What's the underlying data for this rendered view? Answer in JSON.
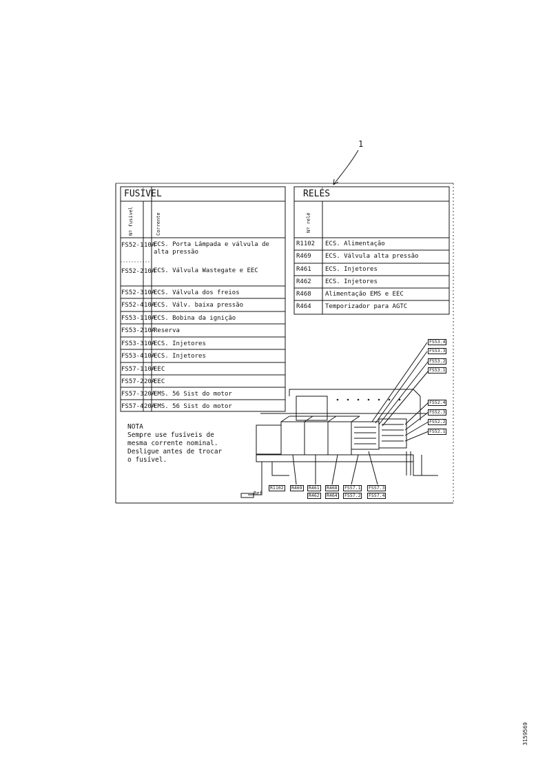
{
  "callout_number": "1",
  "fuse_table": {
    "header": "FUSÍVEL",
    "col_headers": [
      "Nº fusível",
      "Corrente"
    ],
    "rows": [
      {
        "id": "FS52-1",
        "current": "10A",
        "desc": "ECS. Porta Lâmpada e válvula de alta pressão"
      },
      {
        "id": "FS52-2",
        "current": "10A",
        "desc": "ECS. Válvula Wastegate e EEC"
      },
      {
        "id": "FS52-3",
        "current": "10A",
        "desc": "ECS. Válvula dos freios"
      },
      {
        "id": "FS52-4",
        "current": "10A",
        "desc": "ECS. Válv. baixa pressão"
      },
      {
        "id": "FS53-1",
        "current": "10A",
        "desc": "ECS. Bobina da ignição"
      },
      {
        "id": "FS53-2",
        "current": "10A",
        "desc": "Reserva"
      },
      {
        "id": "FS53-3",
        "current": "10A",
        "desc": "ECS. Injetores"
      },
      {
        "id": "FS53-4",
        "current": "10A",
        "desc": "ECS. Injetores"
      },
      {
        "id": "FS57-1",
        "current": "10A",
        "desc": "EEC"
      },
      {
        "id": "FS57-2",
        "current": "20A",
        "desc": "EEC"
      },
      {
        "id": "FS57-3",
        "current": "20A",
        "desc": "EMS. 56 Sist do motor"
      },
      {
        "id": "FS57-4",
        "current": "20A",
        "desc": "EMS. 56 Sist do motor"
      }
    ]
  },
  "relay_table": {
    "header": "RELÉS",
    "col_header": "Nº relé",
    "rows": [
      {
        "id": "R1102",
        "desc": "ECS. Alimentação"
      },
      {
        "id": "R469",
        "desc": "ECS. Válvula alta pressão"
      },
      {
        "id": "R461",
        "desc": "ECS. Injetores"
      },
      {
        "id": "R462",
        "desc": "ECS. Injetores"
      },
      {
        "id": "R468",
        "desc": "Alimentação EMS e EEC"
      },
      {
        "id": "R464",
        "desc": "Temporizador para AGTC"
      }
    ]
  },
  "note": {
    "title": "NOTA",
    "lines": [
      "Sempre use fusíveis de",
      "mesma corrente nominal.",
      "Desligue antes de trocar",
      "o fusível."
    ]
  },
  "fuse_box_labels": {
    "right_top": [
      "FS53.4",
      "FS53.3",
      "FS53.2",
      "FS53.1"
    ],
    "right_mid": [
      "FS52.4",
      "FS52.3",
      "FS52.2",
      "FS52.1"
    ],
    "bottom": [
      {
        "top": "R1102",
        "bottom": ""
      },
      {
        "top": "R469",
        "bottom": ""
      },
      {
        "top": "R461",
        "bottom": "R462"
      },
      {
        "top": "R468",
        "bottom": "R464"
      },
      {
        "top": "FS57.1",
        "bottom": "FS57.2"
      },
      {
        "top": "FS57.3",
        "bottom": "FS57.4"
      }
    ],
    "left_small": "Ref"
  },
  "figure_code": "3159569"
}
